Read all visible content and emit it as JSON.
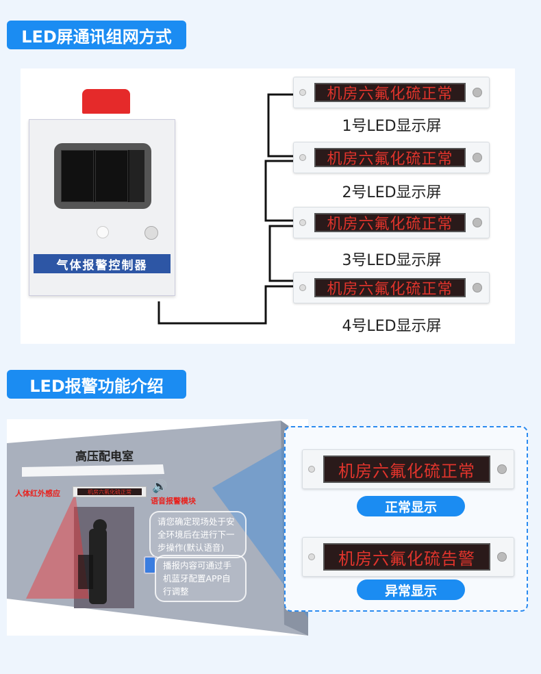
{
  "section1": {
    "title": "LED屏通讯组网方式",
    "controller_label": "气体报警控制器",
    "displays": [
      {
        "screen_text": "机房六氟化硫正常",
        "label": "1号LED显示屏"
      },
      {
        "screen_text": "机房六氟化硫正常",
        "label": "2号LED显示屏"
      },
      {
        "screen_text": "机房六氟化硫正常",
        "label": "3号LED显示屏"
      },
      {
        "screen_text": "机房六氟化硫正常",
        "label": "4号LED显示屏"
      }
    ]
  },
  "section2": {
    "title": "LED报警功能介绍",
    "scene": {
      "room_sign": "高压配电室",
      "sensor_label": "人体红外感应",
      "voice_label": "语音报警模块",
      "mini_screen": "机房六氟化硫正常",
      "bubble1": "请您确定现场处于安全环境后在进行下一步操作(默认语音)",
      "bubble2": "播报内容可通过手机蓝牙配置APP自行调整"
    },
    "normal": {
      "screen_text": "机房六氟化硫正常",
      "button": "正常显示"
    },
    "abnormal": {
      "screen_text": "机房六氟化硫告警",
      "button": "异常显示"
    }
  },
  "colors": {
    "accent": "#1b8cf2",
    "led_red": "#e0342c",
    "alert_red": "#e8211d"
  }
}
